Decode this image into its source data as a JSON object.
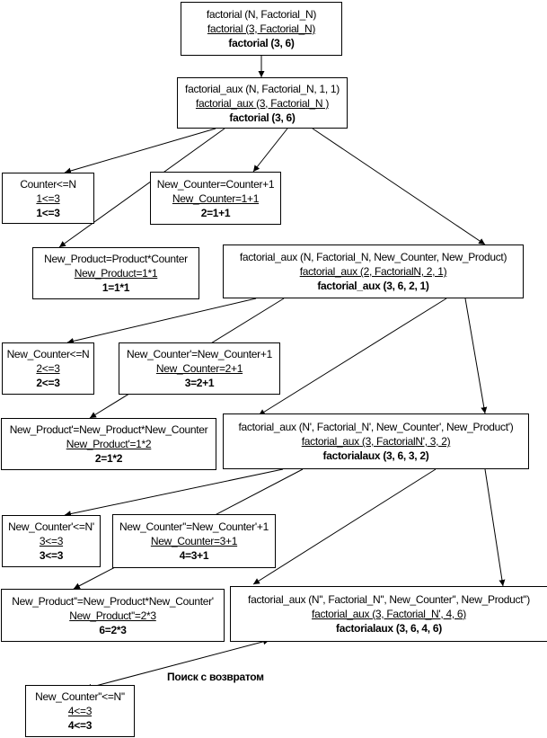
{
  "nodes": [
    {
      "id": "n1",
      "lines": [
        "factorial (N, Factorial_N)",
        "factorial (3, Factorial_N)",
        "factorial (3, 6)"
      ]
    },
    {
      "id": "n2",
      "lines": [
        "factorial_aux (N, Factorial_N, 1, 1)",
        "factorial_aux (3, Factorial_N )",
        "factorial (3, 6)"
      ]
    },
    {
      "id": "n3",
      "lines": [
        "Counter<=N",
        "1<=3",
        "1<=3"
      ]
    },
    {
      "id": "n4",
      "lines": [
        "New_Counter=Counter+1",
        "New_Counter=1+1",
        "2=1+1"
      ]
    },
    {
      "id": "n5",
      "lines": [
        "New_Product=Product*Counter",
        "New_Product=1*1",
        "1=1*1"
      ]
    },
    {
      "id": "n6",
      "lines": [
        "factorial_aux (N, Factorial_N, New_Counter, New_Product)",
        "factorial_aux (2, FactorialN, 2, 1)",
        "factorial_aux (3, 6, 2, 1)"
      ]
    },
    {
      "id": "n7",
      "lines": [
        "New_Counter<=N",
        "2<=3",
        "2<=3"
      ]
    },
    {
      "id": "n8",
      "lines": [
        "New_Counter'=New_Counter+1",
        "New_Counter=2+1",
        "3=2+1"
      ]
    },
    {
      "id": "n9",
      "lines": [
        "New_Product'=New_Product*New_Counter",
        "New_Product'=1*2",
        "2=1*2"
      ]
    },
    {
      "id": "n10",
      "lines": [
        "factorial_aux (N', Factorial_N', New_Counter', New_Product')",
        "factorial_aux (3, FactorialN', 3, 2)",
        "factorialaux (3, 6, 3, 2)"
      ]
    },
    {
      "id": "n11",
      "lines": [
        "New_Counter'<=N'",
        "3<=3",
        "3<=3"
      ]
    },
    {
      "id": "n12",
      "lines": [
        "New_Counter''=New_Counter'+1",
        "New_Counter=3+1",
        "4=3+1"
      ]
    },
    {
      "id": "n13",
      "lines": [
        "New_Product''=New_Product*New_Counter'",
        "New_Product''=2*3",
        "6=2*3"
      ]
    },
    {
      "id": "n14",
      "lines": [
        "factorial_aux (N'', Factorial_N'', New_Counter'', New_Product'')",
        "factorial_aux (3, Factorial_N', 4, 6)",
        "factorialaux (3, 6, 4, 6)"
      ]
    },
    {
      "id": "n15",
      "lines": [
        "New_Counter''<=N''",
        "4<=3",
        "4<=3"
      ]
    }
  ],
  "caption": "Поиск с возвратом",
  "colors": {
    "stroke": "#000000",
    "background": "#ffffff"
  }
}
